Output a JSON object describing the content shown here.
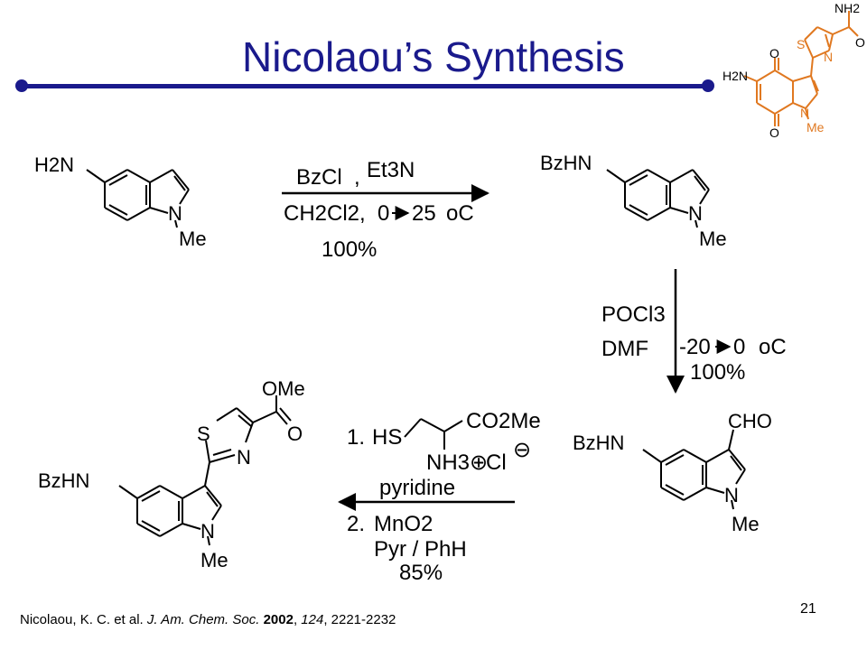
{
  "slide": {
    "title": "Nicolaou’s Synthesis",
    "page_number": "21",
    "accent_color": "#1a1a8c",
    "highlight_color": "#e07820"
  },
  "reference": {
    "authors": "Nicolaou, K. C. et al.",
    "journal": "J. Am. Chem. Soc.",
    "year": "2002",
    "volume": "124",
    "pages": "2221-2232"
  },
  "structures": {
    "sm": {
      "amine": "H2N",
      "n": "N",
      "me": "Me"
    },
    "p1": {
      "group": "BzHN",
      "n": "N",
      "me": "Me"
    },
    "p2": {
      "group": "BzHN",
      "cho": "CHO",
      "n": "N",
      "me": "Me"
    },
    "p3": {
      "group": "BzHN",
      "ester": "OMe",
      "o": "O",
      "s": "S",
      "n_thiazole": "N",
      "n": "N",
      "me": "Me"
    },
    "target": {
      "nh2": "NH2",
      "o": "O",
      "s": "S",
      "n": "N",
      "h2n": "H2N",
      "n2": "N",
      "me": "Me"
    }
  },
  "steps": {
    "step1": {
      "reagent1": "BzCl",
      "reagent2": "Et3N",
      "solvent": "CH2Cl2,",
      "temp_from": "0",
      "temp_to": "25",
      "unit": "oC",
      "yield": "100%"
    },
    "step2": {
      "reagent1": "POCl3",
      "reagent2": "DMF",
      "temp_from": "-20",
      "temp_to": "0",
      "unit": "oC",
      "yield": "100%"
    },
    "step3": {
      "num1": "1.",
      "hs": "HS",
      "ester": "CO2Me",
      "ammonium": "NH3",
      "counterion": "Cl",
      "base": "pyridine",
      "num2": "2.",
      "oxidant": "MnO2",
      "solvent": "Pyr / PhH",
      "yield": "85%"
    }
  }
}
